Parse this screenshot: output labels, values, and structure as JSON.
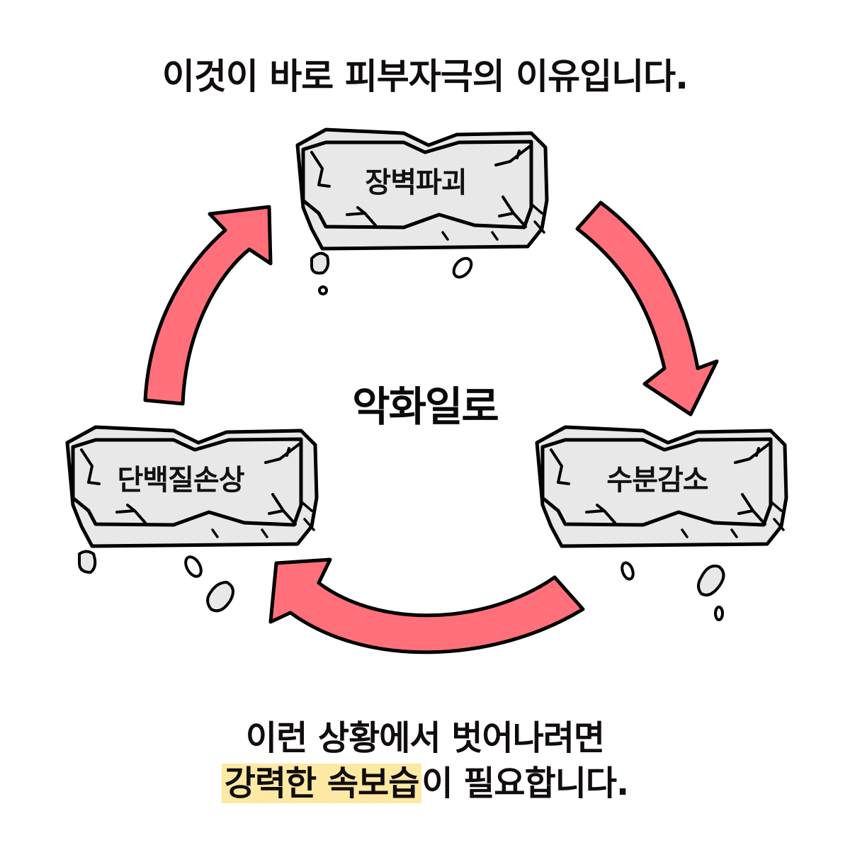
{
  "title": "이것이 바로 피부자극의 이유입니다.",
  "cycle": {
    "center_label": "악화일로",
    "stages": [
      {
        "id": "barrier",
        "label": "장벽파괴"
      },
      {
        "id": "moisture",
        "label": "수분감소"
      },
      {
        "id": "protein",
        "label": "단백질손상"
      }
    ],
    "flow": [
      "장벽파괴 → 수분감소",
      "수분감소 → 단백질손상",
      "단백질손상 → 장벽파괴"
    ]
  },
  "footer": {
    "line1": "이런 상황에서 벗어나려면",
    "line2_highlight": "강력한 속보습",
    "line2_rest": "이 필요합니다."
  },
  "colors": {
    "arrow_fill": "#ff707a",
    "stone_fill": "#e8e8e8",
    "outline": "#000000",
    "highlight": "#fde9a4"
  }
}
